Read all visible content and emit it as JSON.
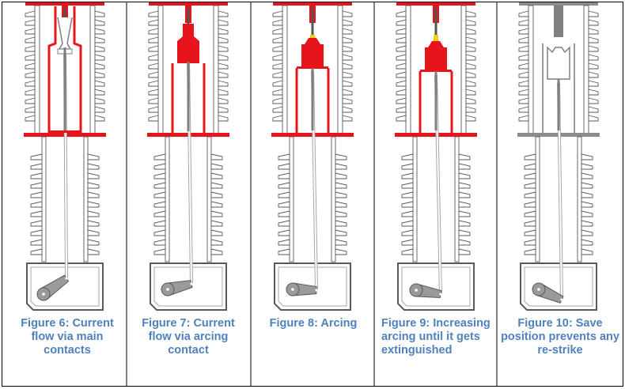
{
  "panels": [
    {
      "caption": "Figure 6: Current flow via main contacts",
      "state": "main-contacts-closed"
    },
    {
      "caption": "Figure 7: Current flow via arcing contact",
      "state": "arcing-contact"
    },
    {
      "caption": "Figure 8: Arcing",
      "state": "arcing"
    },
    {
      "caption": "Figure 9: Increasing arcing until it gets extinguished",
      "state": "increasing-arcing"
    },
    {
      "caption": "Figure 10: Save position prevents any re-strike",
      "state": "safe-open"
    }
  ],
  "colors": {
    "current": "#e8141c",
    "idle": "#8c8c8c",
    "arc": "#ffd200",
    "insulator_fill": "#ffffff",
    "insulator_stroke": "#595959",
    "caption": "#4f81bd"
  }
}
